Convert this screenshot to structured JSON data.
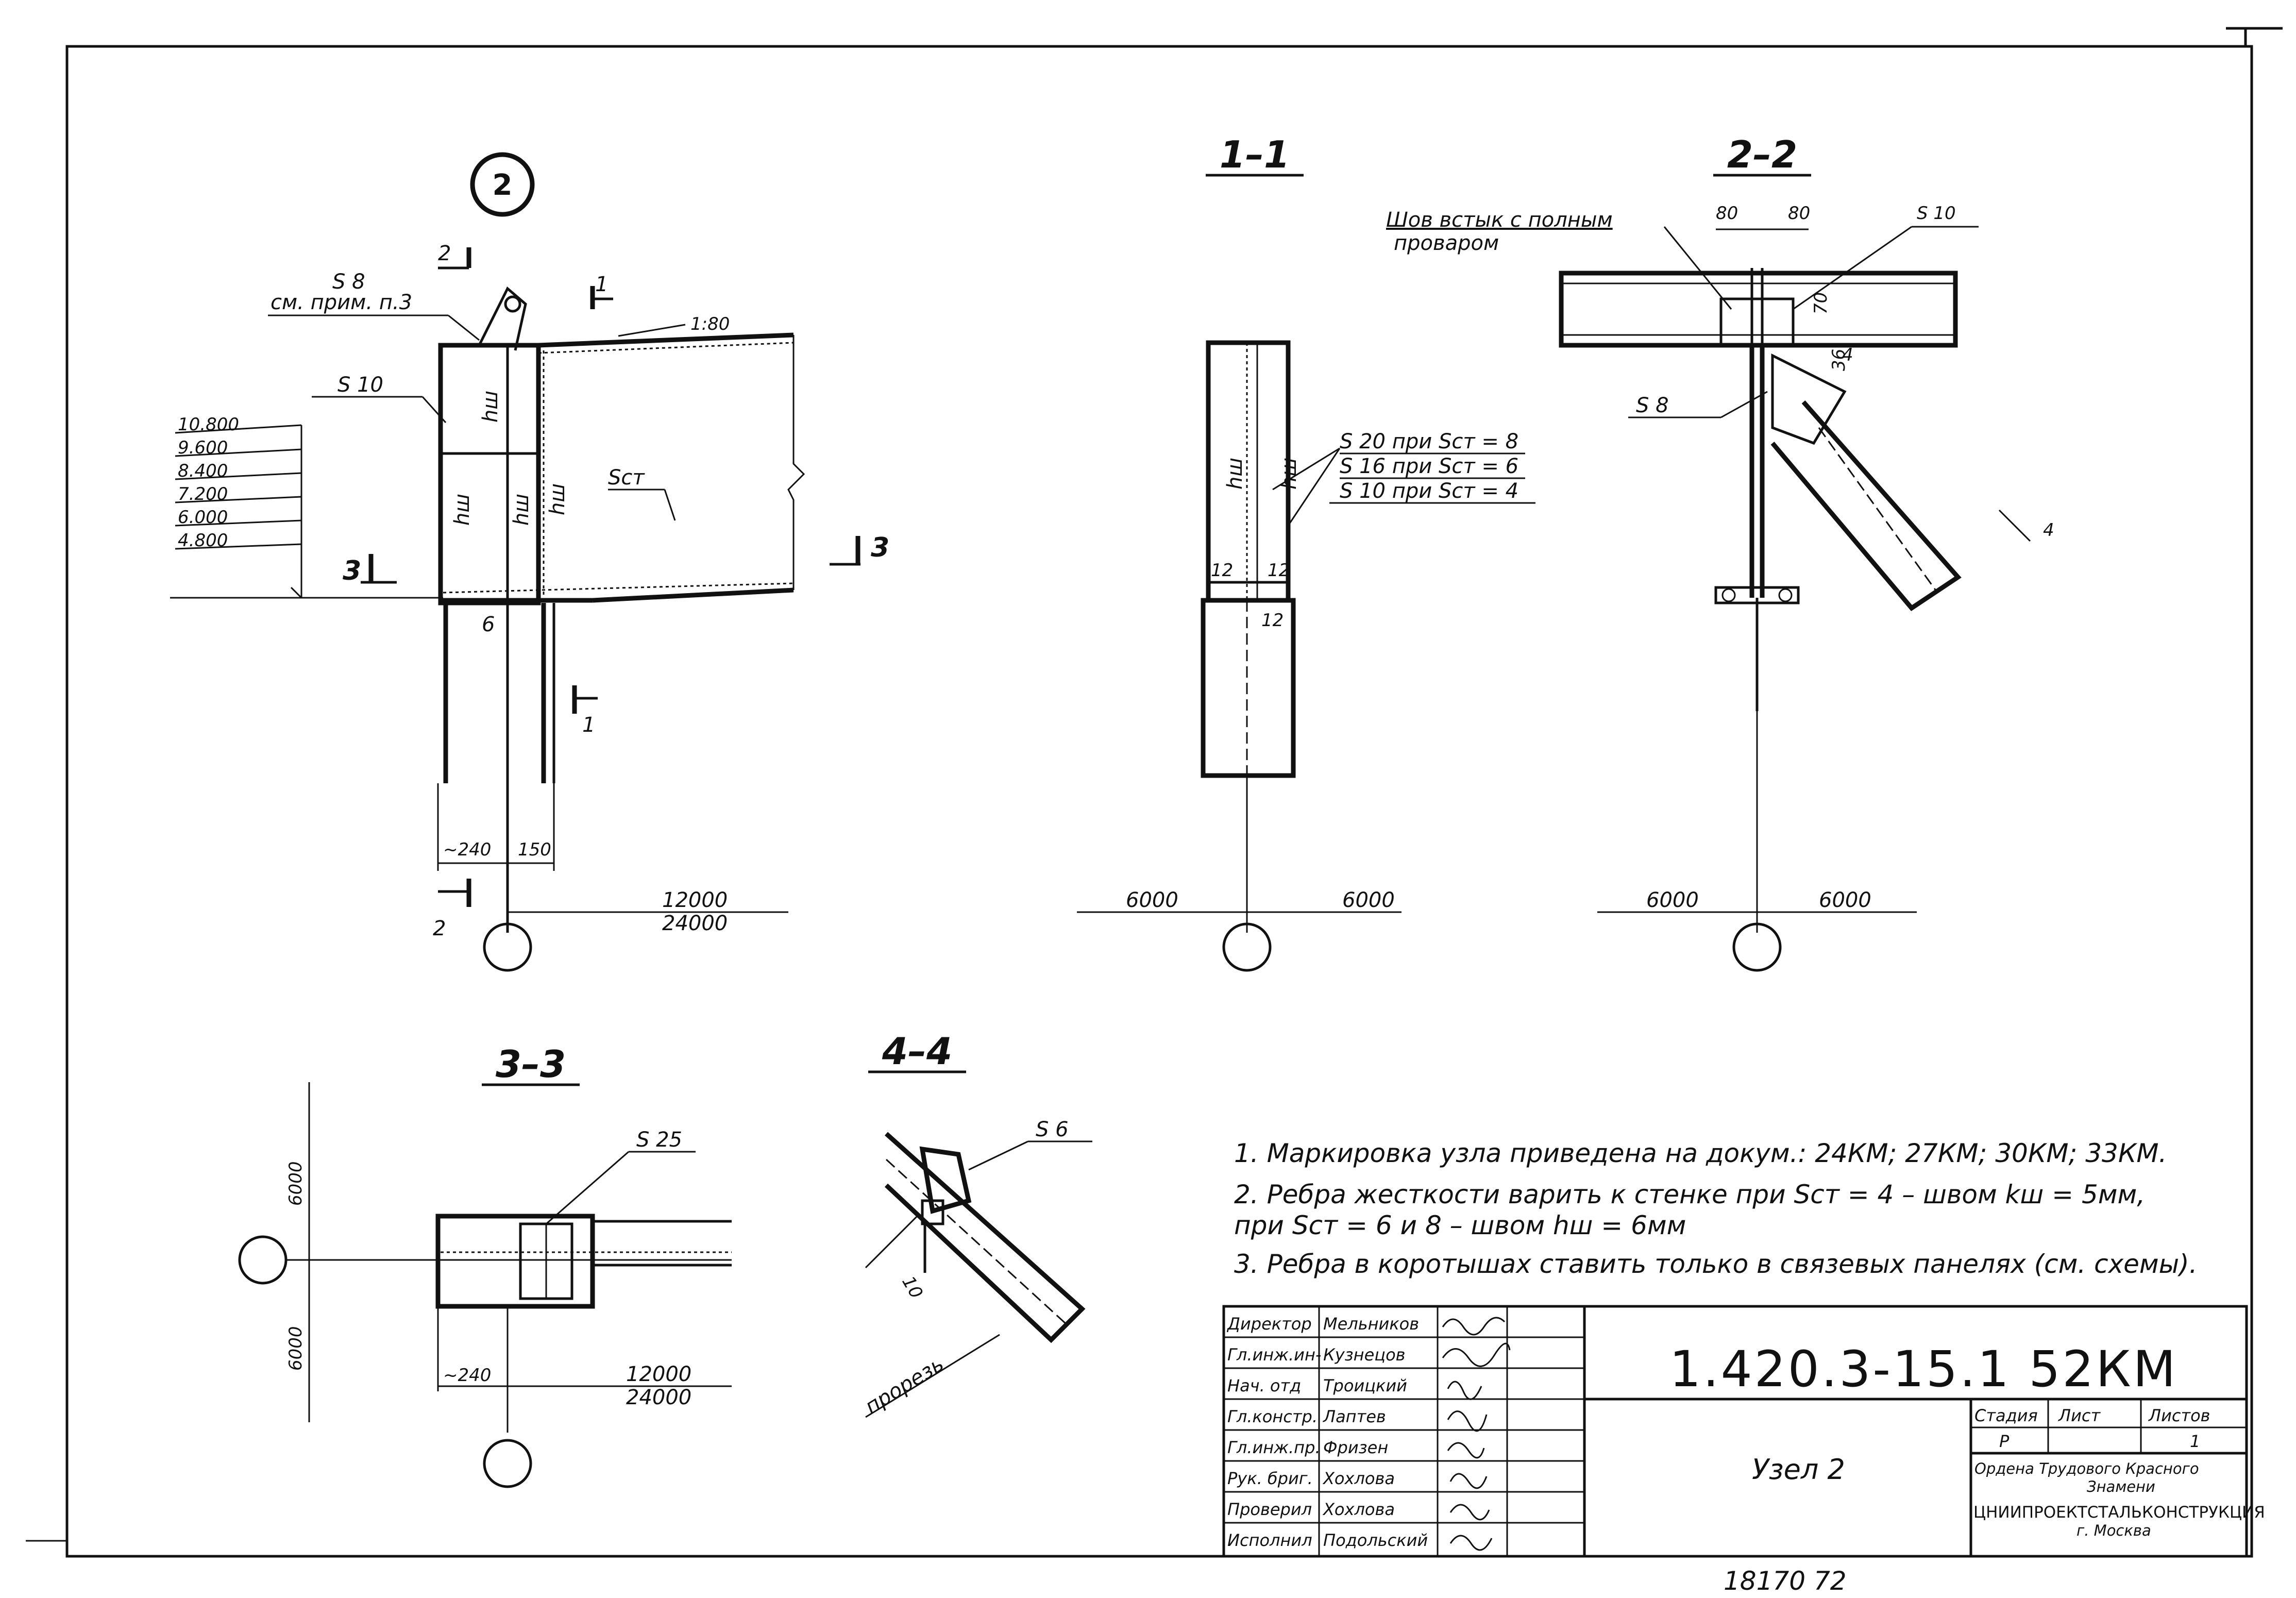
{
  "node_label": "2",
  "views": {
    "section_1_1": "1–1",
    "section_2_2": "2–2",
    "section_3_3": "3–3",
    "section_4_4": "4–4"
  },
  "node_view": {
    "cut_2_mark": "2",
    "cut_1_mark": "1",
    "cut_3_mark": "3",
    "s8_label": "S 8",
    "s8_ref": "см. прим. п.3",
    "slope": "1:80",
    "s10_label": "S 10",
    "scm_label": "Sст",
    "hw_label": "hш",
    "rib_label": "6",
    "elevations": [
      "10.800",
      "9.600",
      "8.400",
      "7.200",
      "6.000",
      "4.800"
    ],
    "dim_240": "~240",
    "dim_150": "150",
    "span_top": "12000",
    "span_bottom": "24000"
  },
  "section_1_1_view": {
    "rules": [
      "S 20  при  Sст = 8",
      "S 16  при  Sст = 6",
      "S 10  при  Sст = 4"
    ],
    "label_12a": "12",
    "label_12b": "12",
    "label_12c": "12",
    "dim_left": "6000",
    "dim_right": "6000"
  },
  "section_2_2_view": {
    "weld_note_1": "Шов встык с полным",
    "weld_note_2": "проваром",
    "dim_80a": "80",
    "dim_80b": "80",
    "s10_label": "S 10",
    "dim_70": "70",
    "dim_4": "4",
    "dim_36": "36",
    "s8_label": "S 8",
    "weld_4": "4",
    "dim_left": "6000",
    "dim_right": "6000"
  },
  "section_3_3_view": {
    "s25_label": "S 25",
    "dim_top": "6000",
    "dim_bottom": "6000",
    "dim_240": "~240",
    "span_top": "12000",
    "span_bottom": "24000"
  },
  "section_4_4_view": {
    "s6_label": "S 6",
    "dim_10": "10",
    "slot_label": "прорезь"
  },
  "notes": [
    "1.  Маркировка  узла  приведена  на  докум.:  24КМ; 27КМ; 30КМ; 33КМ.",
    "2.  Ребра  жесткости  варить  к  стенке  при  Sст = 4 – швом  kш = 5мм,",
    "при  Sст = 6 и 8 – швом  hш = 6мм",
    "3.  Ребра  в  коротышах  ставить  только в связевых  панелях (см. схемы)."
  ],
  "title_block": {
    "rows": [
      {
        "role": "Директор",
        "name": "Мельников"
      },
      {
        "role": "Гл.инж.ин-",
        "name": "Кузнецов"
      },
      {
        "role": "Нач. отд",
        "name": "Троицкий"
      },
      {
        "role": "Гл.констр.",
        "name": "Лаптев"
      },
      {
        "role": "Гл.инж.пр.",
        "name": "Фризен"
      },
      {
        "role": "Рук. бриг.",
        "name": "Хохлова"
      },
      {
        "role": "Проверил",
        "name": "Хохлова"
      },
      {
        "role": "Исполнил",
        "name": "Подольский"
      }
    ],
    "document_code": "1.420.3-15.1  52КМ",
    "sheet_title": "Узел 2",
    "stage_header": "Стадия",
    "sheet_header": "Лист",
    "sheets_header": "Листов",
    "stage_value": "Р",
    "sheets_value": "1",
    "org_line1": "Ордена Трудового Красного",
    "org_line2": "Знамени",
    "org_line3": "ЦНИИПРОЕКТСТАЛЬКОНСТРУКЦИЯ",
    "org_line4": "г. Москва"
  },
  "archive_number": "18170   72"
}
